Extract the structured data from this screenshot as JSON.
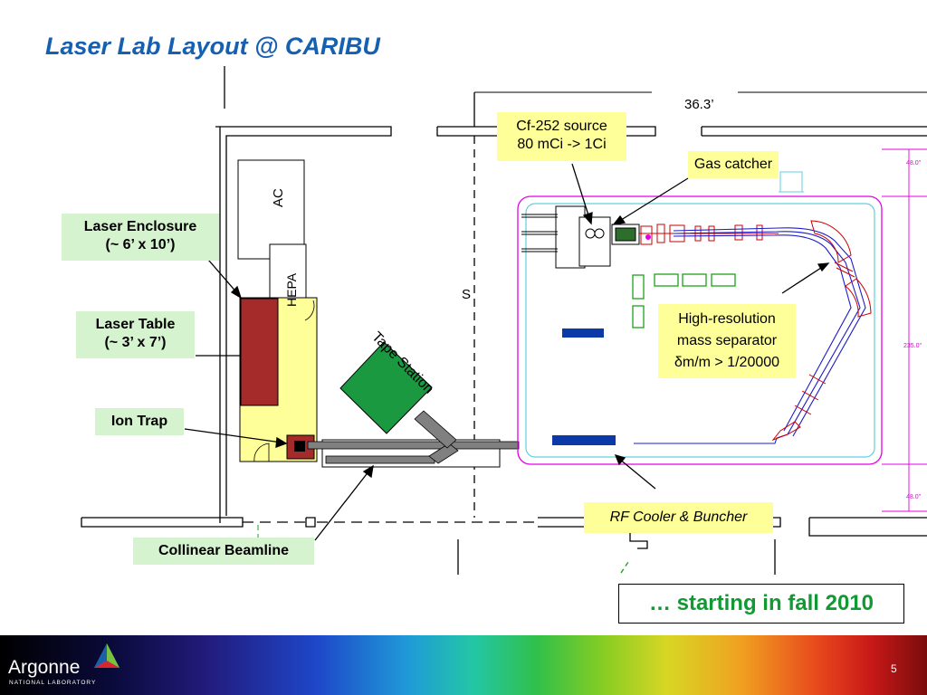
{
  "title": "Laser Lab Layout @ CARIBU",
  "labels": {
    "laser_enclosure": [
      "Laser Enclosure",
      "(~ 6’ x 10’)"
    ],
    "laser_table": [
      "Laser Table",
      "(~ 3’ x 7’)"
    ],
    "ion_trap": "Ion Trap",
    "collinear_beamline": "Collinear Beamline",
    "cf252_source": [
      "Cf-252 source",
      "80 mCi -> 1Ci"
    ],
    "gas_catcher": "Gas catcher",
    "mass_separator": [
      "High-resolution",
      "mass separator",
      "δm/m > 1/20000"
    ],
    "rf_cooler": "RF Cooler & Buncher"
  },
  "drawing_text": {
    "dimension_top": "36.3’",
    "ac": "AC",
    "hepa": "HEPA",
    "tape_station": "Tape Station",
    "s_mark": "S",
    "dim_right_top": "48.0\"",
    "dim_right_mid": "235.0\"",
    "dim_right_bottom": "48.0\""
  },
  "status": "… starting in fall 2010",
  "footer": {
    "logo_name": "Argonne",
    "logo_sub": "NATIONAL LABORATORY",
    "page_number": "5"
  },
  "colors": {
    "title": "#1560b0",
    "enclosure": "#ffff99",
    "laser_table": "#a52a2a",
    "tape_station": "#1a9940",
    "beam_pipe": "#808080",
    "magenta_outline": "#e400e4",
    "cyan_outline": "#5fd0e0",
    "blue_bar": "#0b3aa8",
    "status_text": "#119933"
  }
}
